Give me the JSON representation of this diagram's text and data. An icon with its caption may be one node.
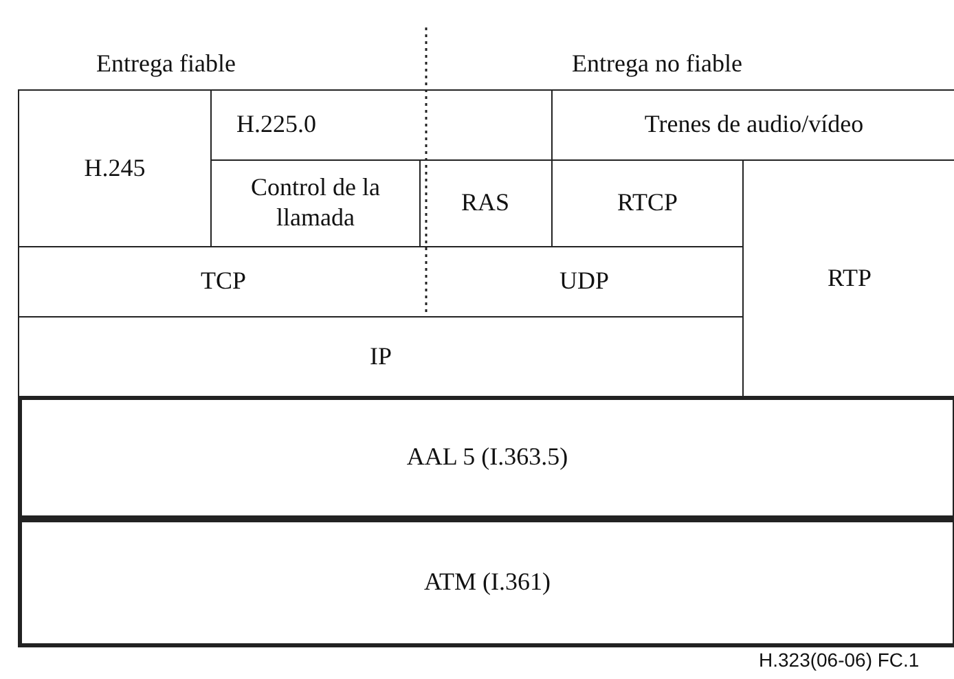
{
  "diagram": {
    "nodes": [
      {
        "text": [
          "H.245"
        ]
      },
      {
        "text": [
          "H.225.0"
        ]
      },
      {
        "text": [
          "Trenes de audio/vídeo"
        ]
      },
      {
        "text": [
          "Control de la llamada"
        ]
      },
      {
        "text": [
          "RAS"
        ]
      },
      {
        "text": [
          "RTCP"
        ]
      },
      {
        "text": [
          "RTP"
        ]
      },
      {
        "text": [
          "TCP"
        ]
      },
      {
        "text": [
          "UDP"
        ]
      },
      {
        "text": [
          "IP"
        ]
      },
      {
        "text": [
          "AAL 5 (I.363.5)"
        ]
      },
      {
        "text": [
          "ATM (I.361)"
        ]
      }
    ],
    "edges": [],
    "labels": [
      "Entrega fiable",
      "Entrega no fiable",
      "H.323(06-06) FC.1"
    ]
  }
}
